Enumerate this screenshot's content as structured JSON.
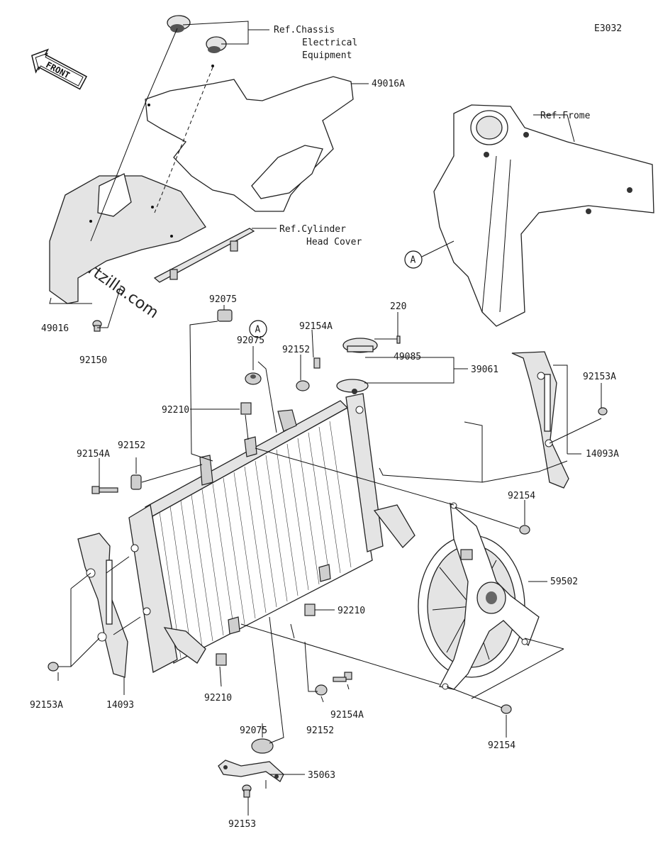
{
  "diagram_code": "E3032",
  "front_label": "FRONT",
  "watermark": "© Partzilla.com",
  "circle_marker": "A",
  "references": {
    "chassis_line1": "Ref.Chassis",
    "chassis_line2": "Electrical",
    "chassis_line3": "Equipment",
    "frame": "Ref.Frome",
    "cylinder_line1": "Ref.Cylinder",
    "cylinder_line2": "Head Cover"
  },
  "part_numbers": {
    "p49016A": "49016A",
    "p49016": "49016",
    "p92150": "92150",
    "p92075_top": "92075",
    "p92075_mid": "92075",
    "p92075_bot": "92075",
    "p220": "220",
    "p92154A_top": "92154A",
    "p92152_top": "92152",
    "p49085": "49085",
    "p39061": "39061",
    "p92153A_right": "92153A",
    "p92210_top": "92210",
    "p14093A": "14093A",
    "p92154A_left": "92154A",
    "p92152_left": "92152",
    "p92154_upper": "92154",
    "p59502": "59502",
    "p92210_mid": "92210",
    "p92153A_left": "92153A",
    "p14093": "14093",
    "p92210_bot": "92210",
    "p92152_bot": "92152",
    "p92154A_bot": "92154A",
    "p92154_lower": "92154",
    "p35063": "35063",
    "p92153": "92153"
  }
}
